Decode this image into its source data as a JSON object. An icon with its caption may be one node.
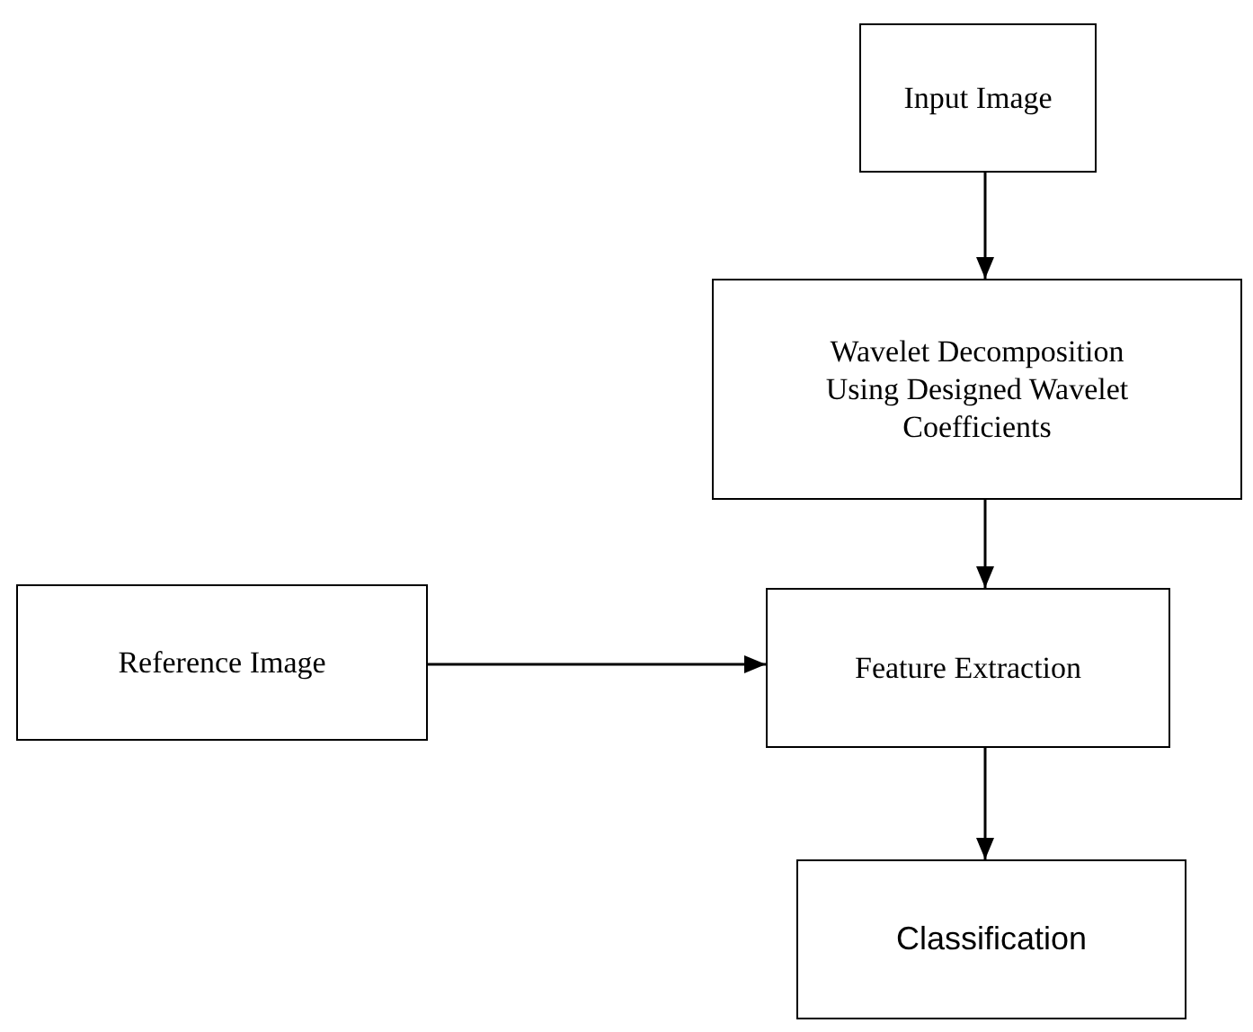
{
  "diagram": {
    "nodes": [
      {
        "text": [
          "Input Image"
        ]
      },
      {
        "text": [
          "Wavelet Decomposition Using Designed Wavelet Coefficients"
        ]
      },
      {
        "text": [
          "Reference Image"
        ]
      },
      {
        "text": [
          "Feature Extraction"
        ]
      },
      {
        "text": [
          "Classification"
        ]
      }
    ],
    "edges": [
      {
        "from": 0,
        "to": 1,
        "arrow": "to"
      },
      {
        "from": 1,
        "to": 3,
        "arrow": "to"
      },
      {
        "from": 2,
        "to": 3,
        "arrow": "to"
      },
      {
        "from": 3,
        "to": 4,
        "arrow": "to"
      }
    ]
  }
}
